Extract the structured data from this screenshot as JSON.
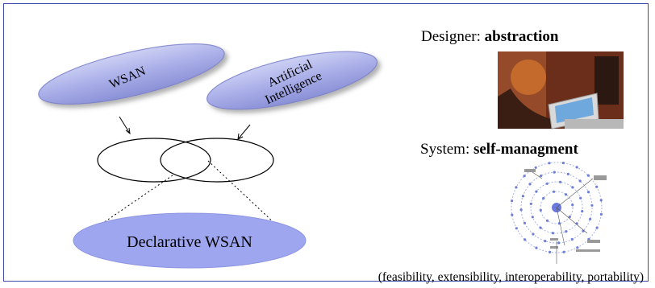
{
  "colors": {
    "frame": "#3f4aa8",
    "pill_fill": "#a9aee8",
    "pill_stroke": "#7a80c8",
    "target_fill": "#9ea6f0",
    "line": "#000000"
  },
  "diagram": {
    "source_nodes": [
      {
        "id": "wsan",
        "label": "WSAN"
      },
      {
        "id": "ai",
        "label_lines": [
          "Artificial",
          "Intelligence"
        ]
      }
    ],
    "target_node": {
      "label": "Declarative WSAN"
    }
  },
  "right_panel": {
    "designer": {
      "prefix": "Designer: ",
      "term": "abstraction"
    },
    "system": {
      "prefix": "System: ",
      "term": "self-managment"
    },
    "photo_icon": "person-at-laptop-photo",
    "cluster_icon": "cluster-topology-diagram",
    "footer": "(feasibility, extensibility, interoperability, portability)"
  }
}
